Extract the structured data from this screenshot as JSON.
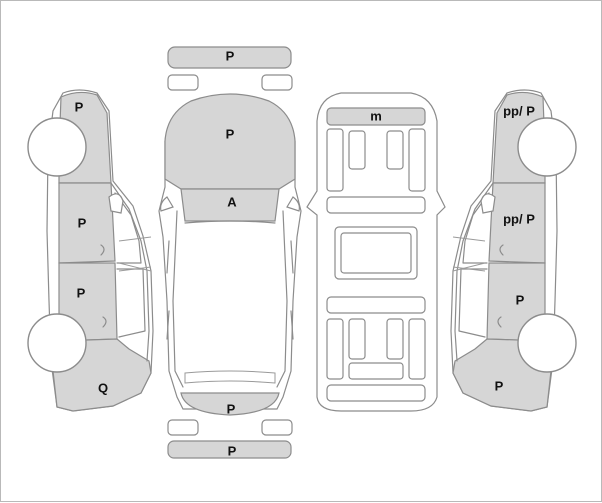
{
  "diagram": {
    "labels": {
      "front_bumper": "P",
      "hood": "P",
      "windshield": "A",
      "rear_bumper": "P",
      "rear_bumper_lower": "P",
      "roof": "m",
      "left_front_fender": "P",
      "left_front_door": "P",
      "left_rear_door": "P",
      "left_quarter": "Q",
      "right_front_fender": "pp/ P",
      "right_front_door": "pp/ P",
      "right_rear_door": "P",
      "right_quarter": "P"
    }
  }
}
